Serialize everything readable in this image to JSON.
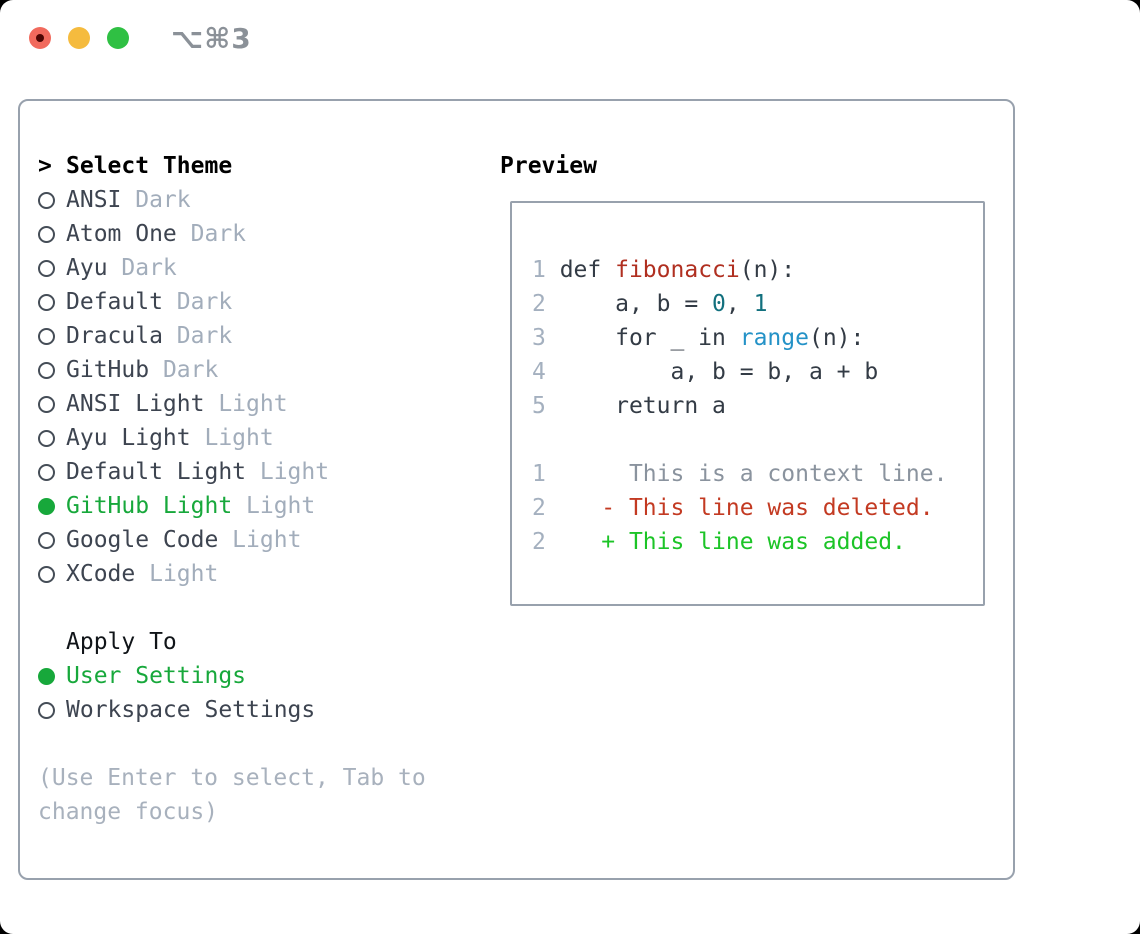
{
  "window": {
    "title_shortcut": "⌥⌘3",
    "traffic_lights": [
      "close-light",
      "minimize-light",
      "zoom-light"
    ]
  },
  "colors": {
    "selected_green": "#17a83b",
    "added_green": "#1cc427",
    "deleted_red": "#c33a22",
    "function_red": "#b02f20",
    "number_teal": "#12707e",
    "builtin_blue": "#2492c7",
    "muted_gray": "#a2adbb",
    "panel_border": "#98a1ad",
    "light_red": "#f16a5d",
    "light_yellow": "#f5bb3e",
    "light_green": "#2fc043"
  },
  "theme_panel": {
    "header_marker": ">",
    "header": "Select Theme",
    "themes": [
      {
        "name": "ANSI",
        "tag": "Dark",
        "selected": false
      },
      {
        "name": "Atom One",
        "tag": "Dark",
        "selected": false
      },
      {
        "name": "Ayu",
        "tag": "Dark",
        "selected": false
      },
      {
        "name": "Default",
        "tag": "Dark",
        "selected": false
      },
      {
        "name": "Dracula",
        "tag": "Dark",
        "selected": false
      },
      {
        "name": "GitHub",
        "tag": "Dark",
        "selected": false
      },
      {
        "name": "ANSI Light",
        "tag": "Light",
        "selected": false
      },
      {
        "name": "Ayu Light",
        "tag": "Light",
        "selected": false
      },
      {
        "name": "Default Light",
        "tag": "Light",
        "selected": false
      },
      {
        "name": "GitHub Light",
        "tag": "Light",
        "selected": true
      },
      {
        "name": "Google Code",
        "tag": "Light",
        "selected": false
      },
      {
        "name": "XCode",
        "tag": "Light",
        "selected": false
      }
    ],
    "apply_to": {
      "header": "Apply To",
      "options": [
        {
          "label": "User Settings",
          "selected": true
        },
        {
          "label": "Workspace Settings",
          "selected": false
        }
      ]
    },
    "hint": "(Use Enter to select, Tab to change focus)"
  },
  "preview": {
    "title": "Preview",
    "lines": [
      {
        "segments": [
          {
            "c": "ln",
            "t": "1"
          },
          {
            "c": "pl",
            "t": " def "
          },
          {
            "c": "fn",
            "t": "fibonacci"
          },
          {
            "c": "pl",
            "t": "(n):"
          }
        ]
      },
      {
        "segments": [
          {
            "c": "ln",
            "t": "2"
          },
          {
            "c": "pl",
            "t": "     a, b = "
          },
          {
            "c": "nu",
            "t": "0"
          },
          {
            "c": "pl",
            "t": ", "
          },
          {
            "c": "nu",
            "t": "1"
          }
        ]
      },
      {
        "segments": [
          {
            "c": "ln",
            "t": "3"
          },
          {
            "c": "pl",
            "t": "     for _ in "
          },
          {
            "c": "kw",
            "t": "range"
          },
          {
            "c": "pl",
            "t": "(n):"
          }
        ]
      },
      {
        "segments": [
          {
            "c": "ln",
            "t": "4"
          },
          {
            "c": "pl",
            "t": "         a, b = b, a + b"
          }
        ]
      },
      {
        "segments": [
          {
            "c": "ln",
            "t": "5"
          },
          {
            "c": "pl",
            "t": "     return a"
          }
        ]
      },
      {
        "segments": []
      },
      {
        "segments": [
          {
            "c": "ln",
            "t": "1"
          },
          {
            "c": "cx",
            "t": "      This is a context line."
          }
        ]
      },
      {
        "segments": [
          {
            "c": "ln",
            "t": "2"
          },
          {
            "c": "de",
            "t": "    - This line was deleted."
          }
        ]
      },
      {
        "segments": [
          {
            "c": "ln",
            "t": "2"
          },
          {
            "c": "ad",
            "t": "    + This line was added."
          }
        ]
      }
    ]
  }
}
